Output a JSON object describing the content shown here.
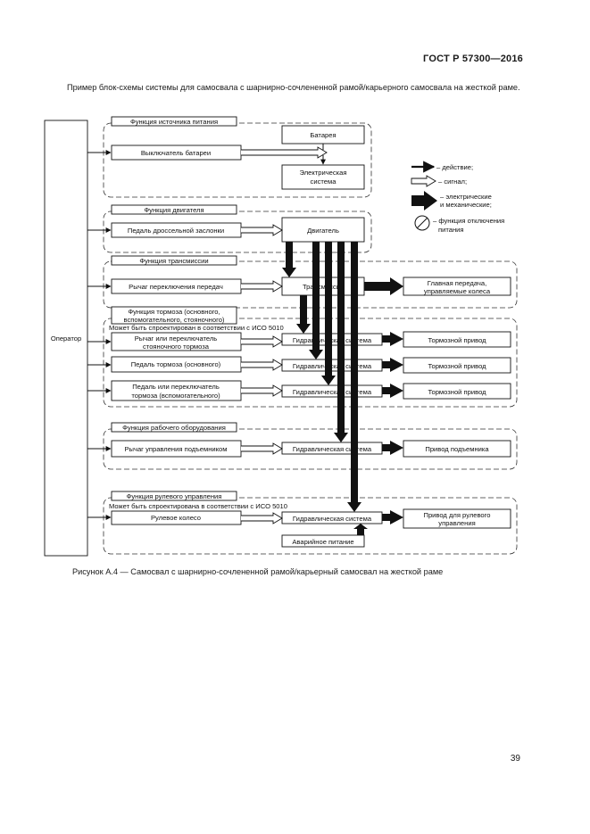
{
  "header": {
    "standard": "ГОСТ Р 57300—2016"
  },
  "intro_text": "Пример блок-схемы системы для самосвала с шарнирно-сочлененной рамой/карьерного самосвала на жесткой раме.",
  "caption": "Рисунок А.4 — Самосвал с шарнирно-сочлененной рамой/карьерный самосвал на жесткой раме",
  "page_number": "39",
  "diagram": {
    "operator": "Оператор",
    "groups": {
      "power": "Функция источника питания",
      "engine": "Функция двигателя",
      "transmission": "Функция трансмиссии",
      "brake_l1": "Функция тормоза (основного,",
      "brake_l2": "вспомогательного, стояночного)",
      "brake_note": "Может быть спроектирован в соответствии с ИСО 5010",
      "work": "Функция рабочего оборудования",
      "steer": "Функция рулевого управления",
      "steer_note": "Может быть спроектирована в соответствии с ИСО 5010"
    },
    "boxes": {
      "battery": "Батарея",
      "battery_switch": "Выключатель батареи",
      "electrical_l1": "Электрическая",
      "electrical_l2": "система",
      "throttle": "Педаль дроссельной заслонки",
      "engine": "Двигатель",
      "gear_lever": "Рычаг переключения передач",
      "transmission": "Трансмиссия",
      "final_drive_l1": "Главная передача,",
      "final_drive_l2": "управляемые колеса",
      "park_lever_l1": "Рычаг или переключатель",
      "park_lever_l2": "стояночного тормоза",
      "service_pedal": "Педаль тормоза (основного)",
      "aux_pedal_l1": "Педаль или переключатель",
      "aux_pedal_l2": "тормоза (вспомогательного)",
      "hydraulic": "Гидравлическая система",
      "brake_drive": "Тормозной привод",
      "lift_lever": "Рычаг управления подъемником",
      "lift_drive": "Привод подъемника",
      "steering_wheel": "Рулевое колесо",
      "steer_drive_l1": "Привод для рулевого",
      "steer_drive_l2": "управления",
      "emergency": "Аварийное питание"
    },
    "legend": {
      "action": "– действие;",
      "signal": "– сигнал;",
      "elmech_l1": "– электрические",
      "elmech_l2": "и механические;",
      "cutoff_l1": "– функция отключения",
      "cutoff_l2": "питания"
    }
  }
}
